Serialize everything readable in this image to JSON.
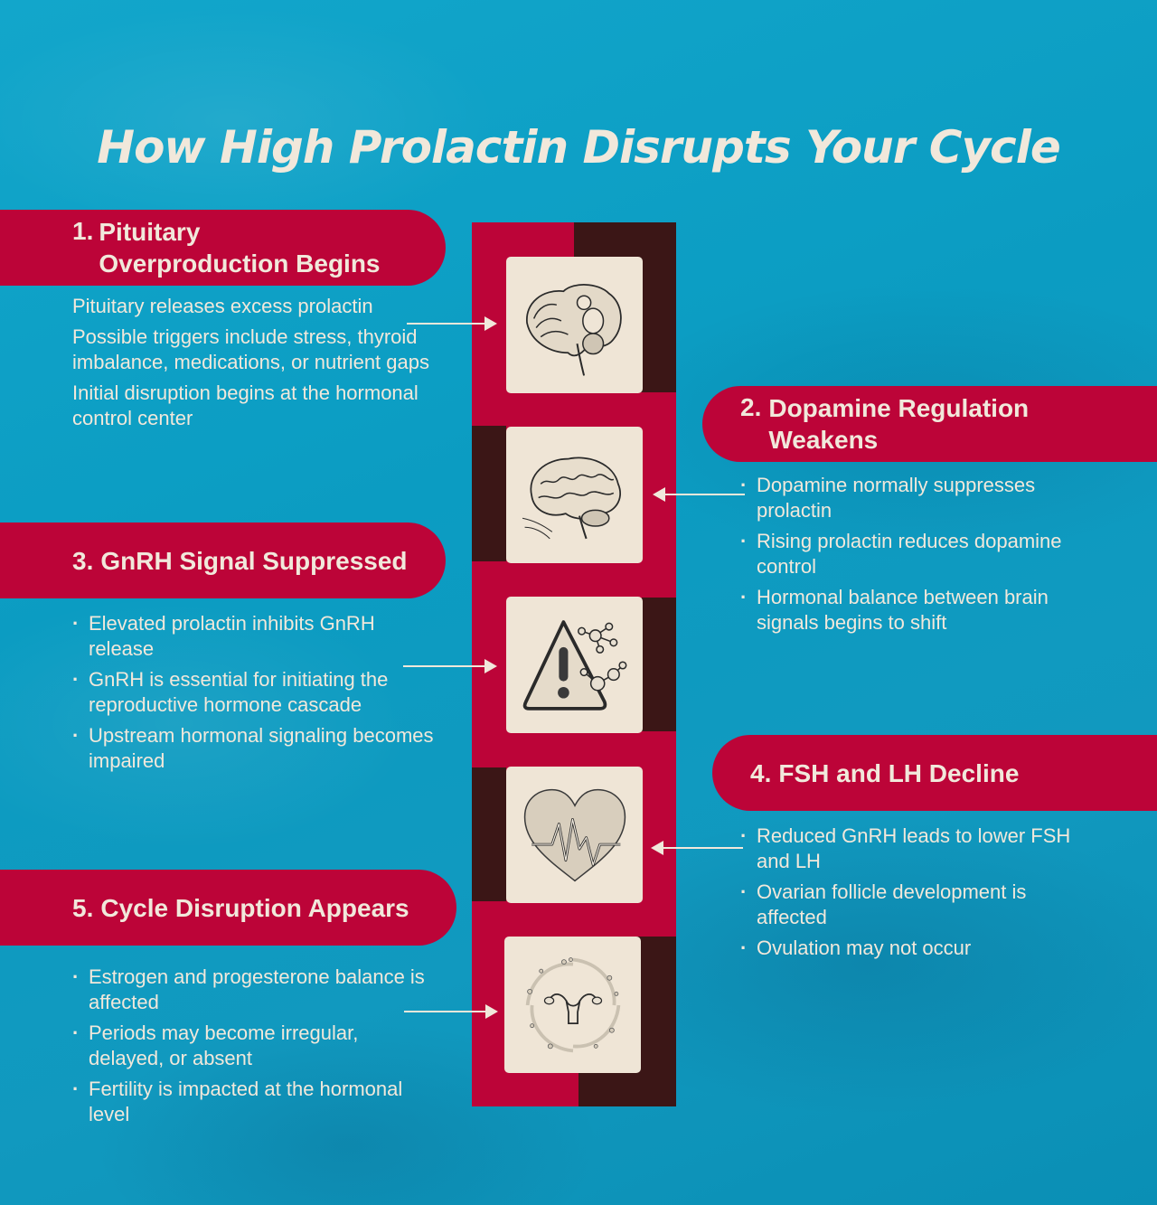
{
  "title": "How High Prolactin Disrupts Your Cycle",
  "colors": {
    "background": "#0f9fc6",
    "accent_red": "#bc0438",
    "dark_brown": "#3b1616",
    "cream": "#f1e8db"
  },
  "steps": [
    {
      "number": "1.",
      "title": "Pituitary\nOverproduction Begins",
      "icon": "brain-cross-section-icon",
      "bulleted": false,
      "items": [
        "Pituitary releases excess prolactin",
        "Possible triggers include stress, thyroid imbalance, medications, or nutrient gaps",
        "Initial disruption begins at the hormonal control center"
      ]
    },
    {
      "number": "2.",
      "title": "Dopamine Regulation\nWeakens",
      "icon": "brain-icon",
      "bulleted": true,
      "items": [
        "Dopamine normally suppresses prolactin",
        "Rising prolactin reduces dopamine control",
        "Hormonal balance between brain signals begins to shift"
      ]
    },
    {
      "number": "3.",
      "title": "GnRH Signal Suppressed",
      "icon": "warning-molecule-icon",
      "bulleted": true,
      "items": [
        "Elevated prolactin inhibits GnRH release",
        "GnRH is essential for initiating the reproductive hormone cascade",
        "Upstream hormonal signaling becomes impaired"
      ]
    },
    {
      "number": "4.",
      "title": "FSH and LH Decline",
      "icon": "heart-heartbeat-icon",
      "bulleted": true,
      "items": [
        "Reduced GnRH leads to lower FSH and LH",
        "Ovarian follicle development is affected",
        "Ovulation may not occur"
      ]
    },
    {
      "number": "5.",
      "title": "Cycle Disruption Appears",
      "icon": "uterus-swirl-icon",
      "bulleted": true,
      "items": [
        "Estrogen and progesterone balance is affected",
        "Periods may become irregular, delayed, or absent",
        "Fertility is impacted at the hormonal level"
      ]
    }
  ]
}
